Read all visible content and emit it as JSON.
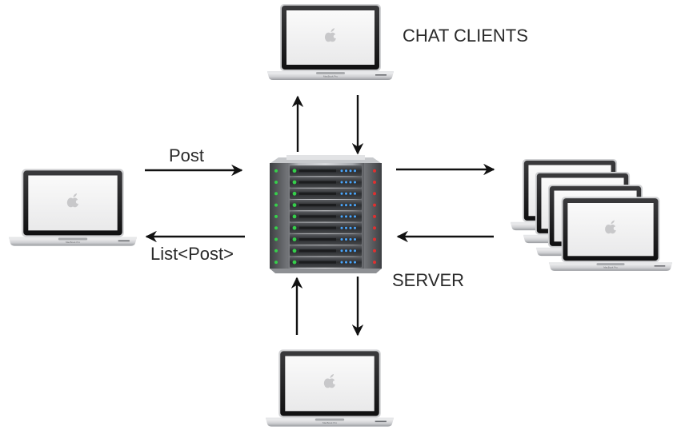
{
  "labels": {
    "chat_clients": "CHAT CLIENTS",
    "server": "SERVER",
    "post": "Post",
    "list_post": "List<Post>"
  },
  "laptop": {
    "badge": "MacBook Pro"
  },
  "colors": {
    "text": "#2a2a2a",
    "arrow": "#111111",
    "led_green": "#35d04a",
    "led_blue": "#4aa8ff",
    "led_red": "#e03030"
  },
  "icons": [
    "laptop-icon",
    "apple-logo-icon",
    "server-rack-icon"
  ]
}
